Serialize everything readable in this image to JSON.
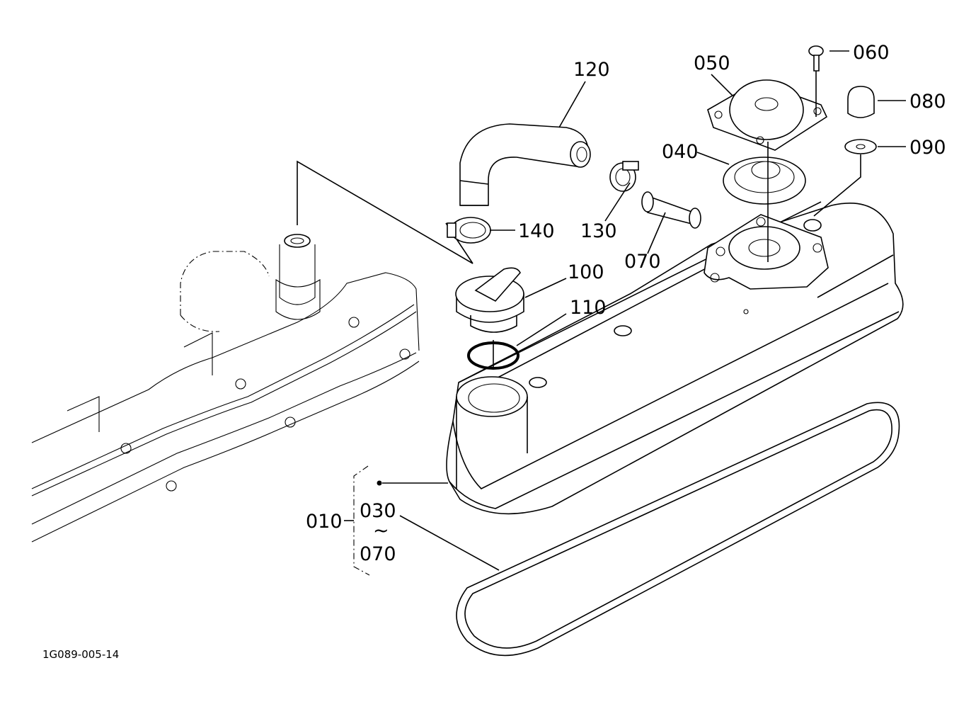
{
  "diagram": {
    "drawing_code": "1G089-005-14",
    "callouts": {
      "c010": "010",
      "c030": "030",
      "tilde": "~",
      "c070a": "070",
      "c040": "040",
      "c050": "050",
      "c060": "060",
      "c070": "070",
      "c080": "080",
      "c090": "090",
      "c100": "100",
      "c110": "110",
      "c120": "120",
      "c130": "130",
      "c140": "140"
    }
  }
}
